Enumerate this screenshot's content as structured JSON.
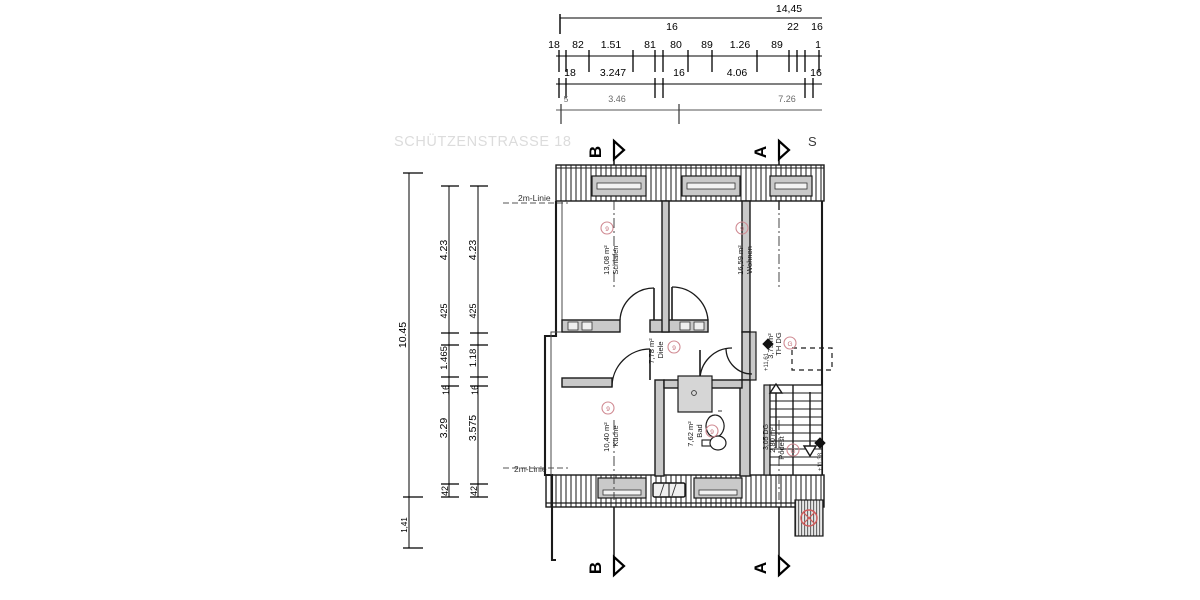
{
  "plan": {
    "street_label": "SCHÜTZENSTRASSE 18",
    "partial_right_label": "S",
    "two_meter_line_top": "2m-Linie",
    "two_meter_line_bottom": "2m-Linie",
    "marker_number": "9",
    "marker_number_alt": "G"
  },
  "section_marks": {
    "top_left": "B",
    "top_right": "A",
    "bottom_left": "B",
    "bottom_right": "A"
  },
  "rooms": [
    {
      "name": "Schlafen",
      "area": "13,08 m²",
      "tag": "9"
    },
    {
      "name": "Wohnen",
      "area": "16,59 m²",
      "tag": "9"
    },
    {
      "name": "Diele",
      "area": "7,78 m²",
      "tag": "9"
    },
    {
      "name": "Küche",
      "area": "10,40 m²",
      "tag": "9"
    },
    {
      "name": "Bad",
      "area": "7,62 m²",
      "tag": "9"
    },
    {
      "name": "TH DG",
      "area": "3,75 m²",
      "tag": "G"
    },
    {
      "name": "Podest",
      "area": "2,80 m²",
      "tag": "G",
      "extra": "3,05 DG"
    }
  ],
  "dimensions": {
    "top_overall": "14,45",
    "row_a": [
      "18",
      "82",
      "1.51",
      "81",
      "80",
      "89",
      "1.26",
      "89",
      "1"
    ],
    "row_a_above": [
      "16",
      "22",
      "16"
    ],
    "row_b": [
      "18",
      "3.247",
      "16",
      "4.06",
      "16"
    ],
    "row_c": [
      "5",
      "3.46",
      "7.26"
    ],
    "left_overall": "10.45",
    "left_tail": "1,41",
    "left_inner": [
      "4.23",
      "425",
      "1.465",
      "16",
      "3.29",
      "42"
    ],
    "left_inner2": [
      "4.23",
      "425",
      "1.18",
      "16",
      "3.575",
      "42"
    ]
  },
  "annotations": {
    "stair_up_arrow": "up-arrow",
    "level_mark_left": "+11,61",
    "level_mark_right": "+11,38"
  }
}
